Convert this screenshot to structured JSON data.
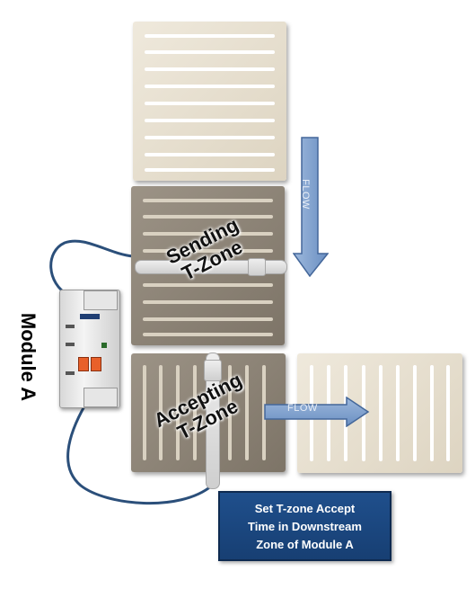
{
  "module_label": "Module A",
  "sending_label": [
    "Sending",
    "T-Zone"
  ],
  "accepting_label": [
    "Accepting",
    "T-Zone"
  ],
  "flow_vertical_label": "FLOW",
  "flow_horizontal_label": "FLOW",
  "info_box": {
    "lines": [
      "Set T-zone Accept",
      "Time in Downstream",
      "Zone of Module A"
    ]
  },
  "colors": {
    "info_bg": "#1f4f8c",
    "flow_arrow": "#7fa2cf",
    "cable": "#2b4f7a"
  }
}
